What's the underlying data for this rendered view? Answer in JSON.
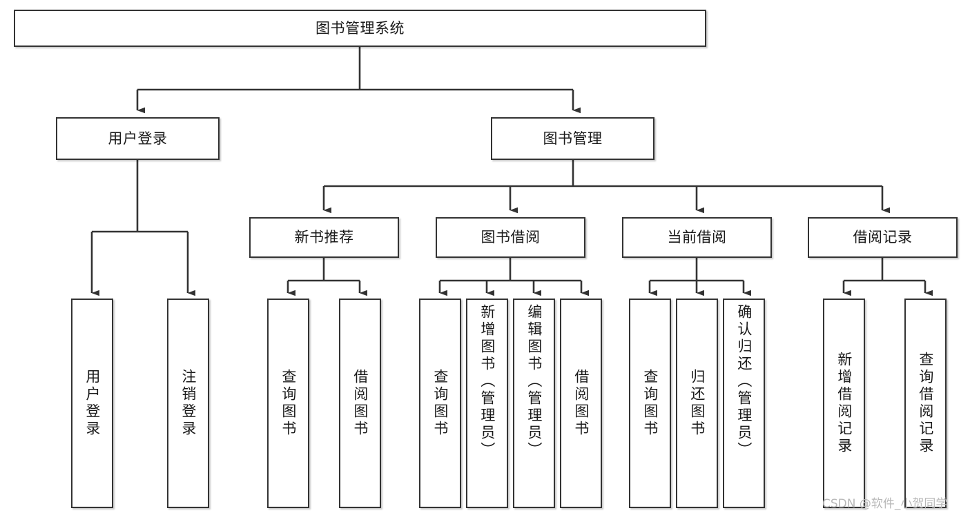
{
  "diagram": {
    "type": "tree",
    "title": "图书管理系统",
    "watermark": "CSDN @软件_小贺同学",
    "colors": {
      "box_border": "#333333",
      "box_fill": "#ffffff",
      "connector": "#333333",
      "text": "#1a1a1a",
      "watermark": "#b8b8b8",
      "background": "#ffffff"
    },
    "nodes": {
      "root": {
        "label": "图书管理系统",
        "level": 1
      },
      "l2": [
        {
          "id": "user-login",
          "label": "用户登录",
          "level": 2
        },
        {
          "id": "book-manage",
          "label": "图书管理",
          "level": 2
        }
      ],
      "l3": [
        {
          "id": "new-book-rec",
          "label": "新书推荐",
          "level": 3
        },
        {
          "id": "book-borrow",
          "label": "图书借阅",
          "level": 3
        },
        {
          "id": "current-borrow",
          "label": "当前借阅",
          "level": 3
        },
        {
          "id": "borrow-record",
          "label": "借阅记录",
          "level": 3
        }
      ],
      "leaves": [
        {
          "id": "leaf-user-login",
          "label": "用户登录",
          "parent": "user-login",
          "centered": true
        },
        {
          "id": "leaf-logout",
          "label": "注销登录",
          "parent": "user-login",
          "centered": true
        },
        {
          "id": "leaf-query-book-1",
          "label": "查询图书",
          "parent": "new-book-rec",
          "centered": true
        },
        {
          "id": "leaf-borrow-book-1",
          "label": "借阅图书",
          "parent": "new-book-rec",
          "centered": true
        },
        {
          "id": "leaf-query-book-2",
          "label": "查询图书",
          "parent": "book-borrow",
          "centered": true
        },
        {
          "id": "leaf-add-book",
          "label": "新增图书（管理员）",
          "parent": "book-borrow",
          "centered": false
        },
        {
          "id": "leaf-edit-book",
          "label": "编辑图书（管理员）",
          "parent": "book-borrow",
          "centered": false
        },
        {
          "id": "leaf-borrow-book-2",
          "label": "借阅图书",
          "parent": "book-borrow",
          "centered": true
        },
        {
          "id": "leaf-query-book-3",
          "label": "查询图书",
          "parent": "current-borrow",
          "centered": true
        },
        {
          "id": "leaf-return-book",
          "label": "归还图书",
          "parent": "current-borrow",
          "centered": true
        },
        {
          "id": "leaf-confirm-return",
          "label": "确认归还（管理员）",
          "parent": "current-borrow",
          "centered": false
        },
        {
          "id": "leaf-add-record",
          "label": "新增借阅记录",
          "parent": "borrow-record",
          "centered": true
        },
        {
          "id": "leaf-query-record",
          "label": "查询借阅记录",
          "parent": "borrow-record",
          "centered": true
        }
      ]
    }
  }
}
